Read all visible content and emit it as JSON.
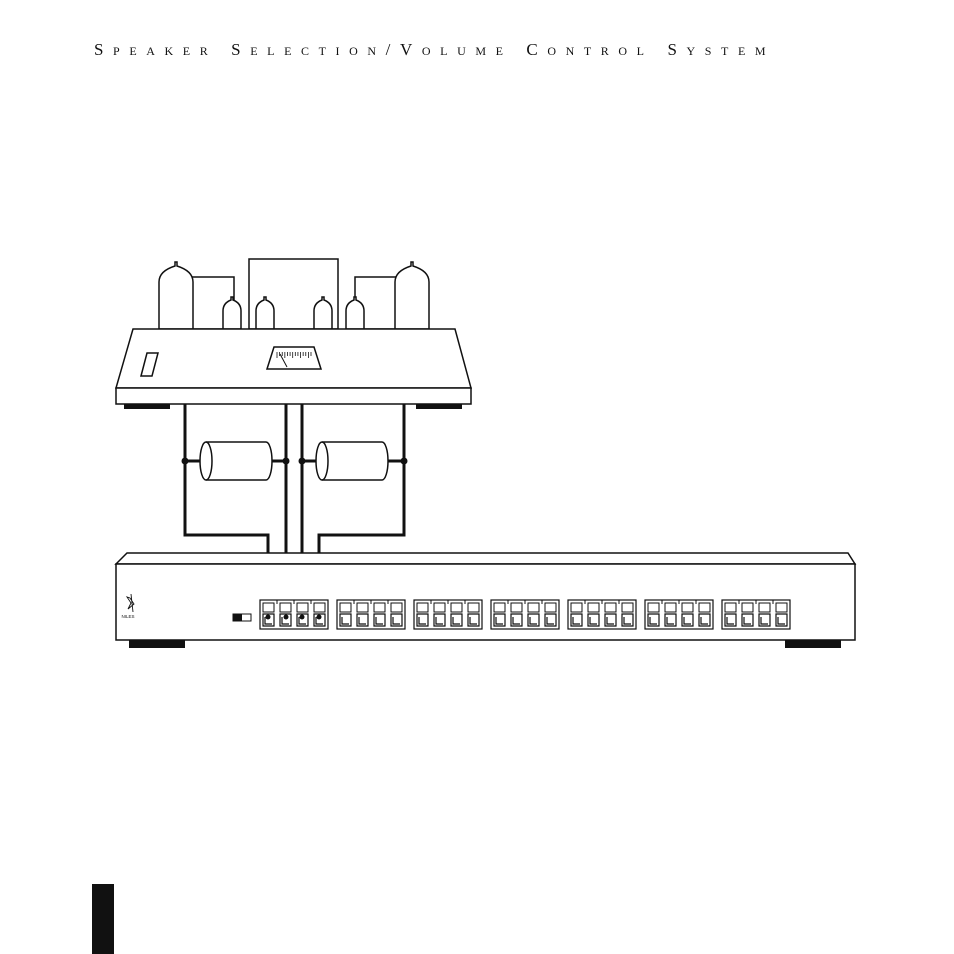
{
  "header": {
    "title": "Speaker Selection/Volume Control System"
  },
  "diagram": {
    "devices": {
      "amplifier": {
        "meter_ticks": 14
      },
      "speaker_selector": {
        "logo_text": "NILES",
        "terminal_groups": 7,
        "terminals_per_group": 4
      }
    },
    "in_line_components": 2
  },
  "colors": {
    "ink": "#111111",
    "paper": "#ffffff"
  }
}
